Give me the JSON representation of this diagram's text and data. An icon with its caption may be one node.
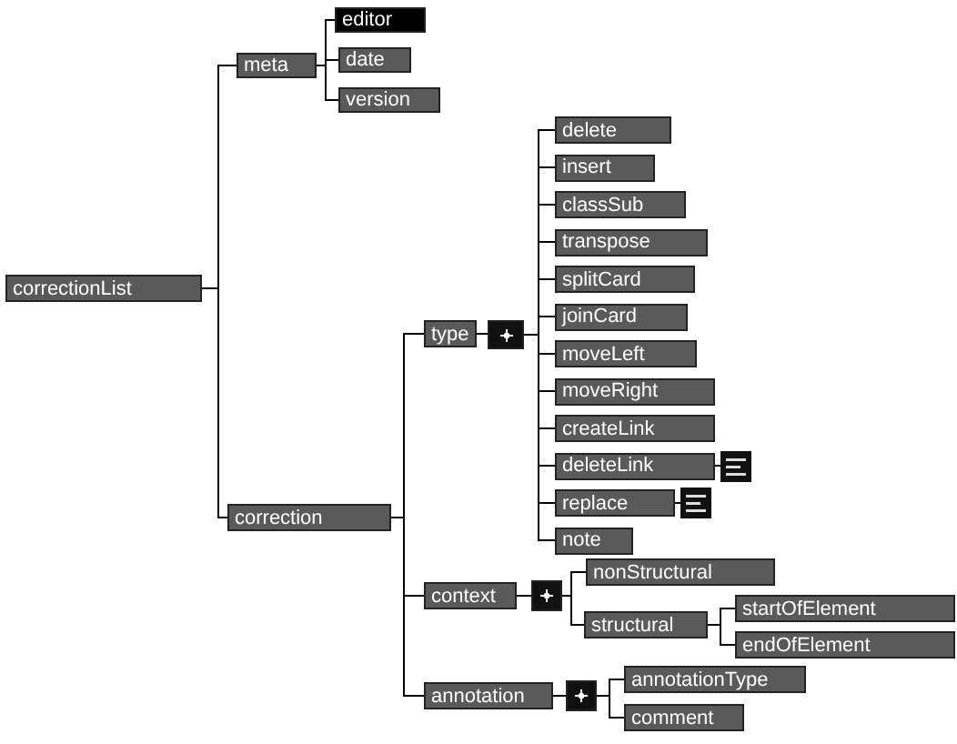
{
  "diagram": {
    "nodes": [
      {
        "text": [
          "correctionList"
        ]
      },
      {
        "text": [
          "meta"
        ]
      },
      {
        "text": [
          "editor"
        ]
      },
      {
        "text": [
          "date"
        ]
      },
      {
        "text": [
          "version"
        ]
      },
      {
        "text": [
          "correction"
        ]
      },
      {
        "text": [
          "type"
        ]
      },
      {
        "text": [],
        "shape": "box"
      },
      {
        "text": [
          "delete"
        ]
      },
      {
        "text": [
          "insert"
        ]
      },
      {
        "text": [
          "classSub"
        ]
      },
      {
        "text": [
          "transpose"
        ]
      },
      {
        "text": [
          "splitCard"
        ]
      },
      {
        "text": [
          "joinCard"
        ]
      },
      {
        "text": [
          "moveLeft"
        ]
      },
      {
        "text": [
          "moveRight"
        ]
      },
      {
        "text": [
          "createLink"
        ]
      },
      {
        "text": [
          "deleteLink"
        ]
      },
      {
        "text": [
          "replace"
        ]
      },
      {
        "text": [
          "note"
        ]
      },
      {
        "text": [
          "context"
        ]
      },
      {
        "text": [],
        "shape": "box"
      },
      {
        "text": [
          "nonStructural"
        ]
      },
      {
        "text": [
          "structural"
        ]
      },
      {
        "text": [
          "startOfElement"
        ]
      },
      {
        "text": [
          "endOfElement"
        ]
      },
      {
        "text": [
          "annotation"
        ]
      },
      {
        "text": [],
        "shape": "box"
      },
      {
        "text": [
          "annotationType"
        ]
      },
      {
        "text": [
          "comment"
        ]
      }
    ],
    "edges": [
      {
        "from": 0,
        "to": 1,
        "arrow": "none"
      },
      {
        "from": 1,
        "to": 2,
        "arrow": "none"
      },
      {
        "from": 1,
        "to": 3,
        "arrow": "none"
      },
      {
        "from": 1,
        "to": 4,
        "arrow": "none"
      },
      {
        "from": 0,
        "to": 5,
        "arrow": "none"
      },
      {
        "from": 5,
        "to": 6,
        "arrow": "none"
      },
      {
        "from": 6,
        "to": 7,
        "arrow": "none"
      },
      {
        "from": 7,
        "to": 8,
        "arrow": "none"
      },
      {
        "from": 7,
        "to": 9,
        "arrow": "none"
      },
      {
        "from": 7,
        "to": 10,
        "arrow": "none"
      },
      {
        "from": 7,
        "to": 11,
        "arrow": "none"
      },
      {
        "from": 7,
        "to": 12,
        "arrow": "none"
      },
      {
        "from": 7,
        "to": 13,
        "arrow": "none"
      },
      {
        "from": 7,
        "to": 14,
        "arrow": "none"
      },
      {
        "from": 7,
        "to": 15,
        "arrow": "none"
      },
      {
        "from": 7,
        "to": 16,
        "arrow": "none"
      },
      {
        "from": 7,
        "to": 17,
        "arrow": "none"
      },
      {
        "from": 7,
        "to": 18,
        "arrow": "none"
      },
      {
        "from": 7,
        "to": 19,
        "arrow": "none"
      },
      {
        "from": 5,
        "to": 20,
        "arrow": "none"
      },
      {
        "from": 20,
        "to": 21,
        "arrow": "none"
      },
      {
        "from": 21,
        "to": 22,
        "arrow": "none"
      },
      {
        "from": 21,
        "to": 23,
        "arrow": "none"
      },
      {
        "from": 23,
        "to": 24,
        "arrow": "none"
      },
      {
        "from": 23,
        "to": 25,
        "arrow": "none"
      },
      {
        "from": 5,
        "to": 26,
        "arrow": "none"
      },
      {
        "from": 26,
        "to": 27,
        "arrow": "none"
      },
      {
        "from": 27,
        "to": 28,
        "arrow": "none"
      },
      {
        "from": 27,
        "to": 29,
        "arrow": "none"
      }
    ]
  }
}
